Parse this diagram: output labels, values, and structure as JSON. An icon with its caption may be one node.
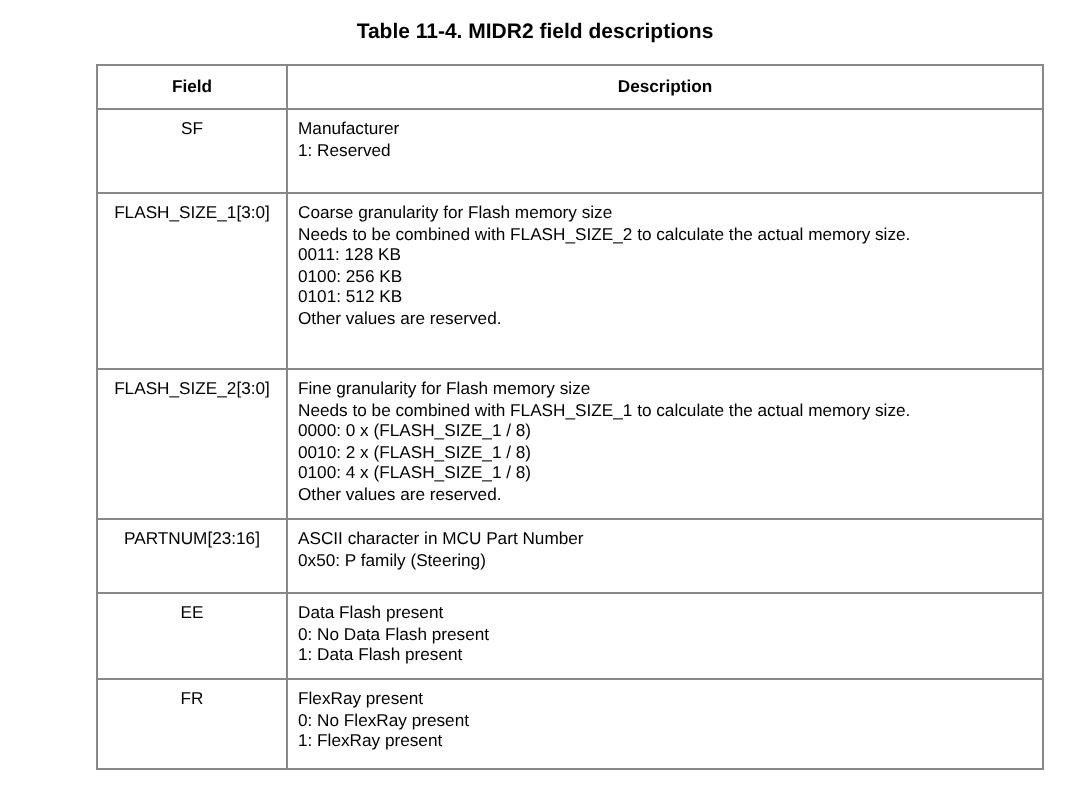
{
  "diagram": {
    "title": "Table 11-4. MIDR2 field descriptions",
    "labels": [
      "Field",
      "Description",
      "SF",
      "Manufacturer",
      "1: Reserved",
      "FLASH_SIZE_1[3:0]",
      "Coarse granularity for Flash memory size",
      "Needs to be combined with FLASH_SIZE_2 to calculate the actual memory size.",
      "0011: 128 KB",
      "0100: 256 KB",
      "0101: 512 KB",
      "Other values are reserved.",
      "FLASH_SIZE_2[3:0]",
      "Fine granularity for Flash memory size",
      "Needs to be combined with FLASH_SIZE_1 to calculate the actual memory size.",
      "0000: 0 x (FLASH_SIZE_1 / 8)",
      "0010: 2 x (FLASH_SIZE_1 / 8)",
      "0100: 4 x (FLASH_SIZE_1 / 8)",
      "Other values are reserved.",
      "PARTNUM[23:16]",
      "ASCII character in MCU Part Number",
      "0x50: P family (Steering)",
      "EE",
      "Data Flash present",
      "0: No Data Flash present",
      "1: Data Flash present",
      "FR",
      "FlexRay present",
      "0: No FlexRay present",
      "1: FlexRay present"
    ]
  }
}
